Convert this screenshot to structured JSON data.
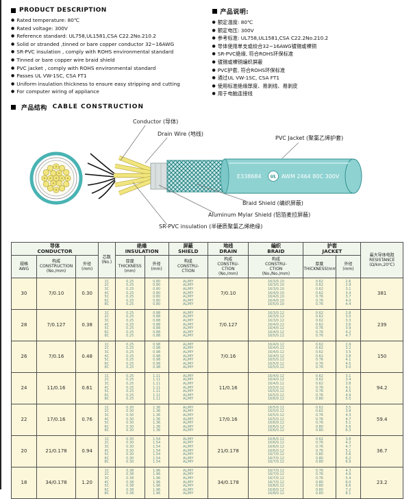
{
  "colors": {
    "accent_teal": "#8fd2d2",
    "braid_teal": "#1e7d7d",
    "core_yellow": "#f1e67e",
    "table_bg": "#fcf7da",
    "header_bg": "#f0f6ec"
  },
  "desc_en": {
    "title": "PRODUCT DESCRIPTION",
    "items": [
      "Rated temperature: 80℃",
      "Rated voltage: 300V",
      "Reference standard: UL758,UL1581,CSA C22.2No.210.2",
      "Solid or stranded ,tinned or bare copper conductor 32~16AWG",
      "SR-PVC insulation , comply with ROHS environmental standard",
      "Tinned or bare copper wire braid shield",
      "PVC jacket , comply with ROHS environmental standard",
      "Passes UL VW-1SC, CSA FT1",
      "Uniform insulation thickness to ensure easy stripping and cutting",
      "For computer wiring of appliance"
    ]
  },
  "desc_cn": {
    "title": "产品说明:",
    "items": [
      "额定温度: 80℃",
      "额定电压: 300V",
      "参考标准: UL758,UL1581,CSA C22.2No.210.2",
      "导体使用单支或绞合32~16AWG镀锡或裸铜",
      "SR-PVC绝缘, 符合ROHS环保标准",
      "镀锡或裸铜编织屏蔽",
      "PVC护套, 符合ROHS环保标准",
      "通过UL VW-1SC, CSA FT1",
      "使用标准绝缘厚度、易剥线、易剥皮",
      "用于电脑连接线"
    ]
  },
  "construction": {
    "title_cn": "产品结构",
    "title_en": "CABLE CONSTRUCTION",
    "labels": {
      "conductor": "Conductor (导体)",
      "drain": "Drain Wire (地线)",
      "jacket": "PVC Jacket (聚氯乙烯护套)",
      "braid": "Braid Shield (编织屏蔽)",
      "mylar": "Aluminum Mylar Shield (铝箔麦拉屏蔽)",
      "insulation": "SR-PVC insulation (半硬质聚氯乙烯绝缘)",
      "print1": "E338684",
      "ul_mark": "UL",
      "print2": "AWM 2464 80C 300V"
    }
  },
  "table": {
    "groups": {
      "conductor": [
        "导体",
        "CONDUCTOR"
      ],
      "insulation": [
        "绝缘",
        "INSULATION"
      ],
      "shield": [
        "屏蔽",
        "SHIELD"
      ],
      "drain": [
        "地线",
        "DRAIN"
      ],
      "braid": [
        "编织",
        "BRAID"
      ],
      "jacket": [
        "护套",
        "JACKET"
      ]
    },
    "cols": {
      "awg": [
        "规格",
        "AWG"
      ],
      "construction": [
        "构成",
        "CONSTRUCTION",
        "(No./mm)"
      ],
      "od": [
        "外径",
        "(mm)"
      ],
      "cores": [
        "芯数",
        "(No.)"
      ],
      "thickness": [
        "厚度",
        "THICKNESS",
        "(mm)"
      ],
      "ins_od": [
        "外径",
        "(mm)"
      ],
      "shield_con": [
        "构成",
        "CONSTRU-",
        "CTION"
      ],
      "drain_con": [
        "构成",
        "CONSTRU-",
        "CTION",
        "(No./mm)"
      ],
      "braid_con": [
        "构成",
        "CONSTRU-",
        "CTION",
        "(No./No./mm)"
      ],
      "jkt_thickness": [
        "厚度",
        "THICKNESS(mm)"
      ],
      "jkt_od": [
        "外径",
        "(mm)"
      ],
      "resistance": [
        "最大导体电阻",
        "RESISTANCE",
        "(Ω/km,20℃)"
      ]
    },
    "rows": [
      {
        "awg": "30",
        "construction": "7/0.10",
        "od": "0.30",
        "cores": [
          "1C",
          "2C",
          "3C",
          "4C",
          "5C",
          "6C",
          "8C"
        ],
        "ins_thickness": [
          "0.25",
          "0.25",
          "0.25",
          "0.25",
          "0.25",
          "0.25",
          "0.25"
        ],
        "ins_od": [
          "0.80",
          "0.80",
          "0.80",
          "0.80",
          "0.80",
          "0.80",
          "0.80"
        ],
        "shield": [
          "AL/MY",
          "AL/MY",
          "AL/MY",
          "AL/MY",
          "AL/MY",
          "AL/MY",
          "AL/MY"
        ],
        "drain": "7/0.10",
        "braid": [
          "16/3/0.10",
          "16/3/0.10",
          "16/3/0.10",
          "16/4/0.10",
          "16/4/0.10",
          "16/4/0.10",
          "16/5/0.10"
        ],
        "jacket_thickness": [
          "0.62",
          "0.62",
          "0.62",
          "0.62",
          "0.76",
          "0.76",
          "0.76"
        ],
        "jacket_od": [
          "2.6",
          "2.9",
          "3.1",
          "3.4",
          "3.7",
          "4.0",
          "4.4"
        ],
        "resistance": "381"
      },
      {
        "awg": "28",
        "construction": "7/0.127",
        "od": "0.38",
        "cores": [
          "1C",
          "2C",
          "3C",
          "4C",
          "5C",
          "6C",
          "8C"
        ],
        "ins_thickness": [
          "0.25",
          "0.25",
          "0.25",
          "0.25",
          "0.25",
          "0.25",
          "0.25"
        ],
        "ins_od": [
          "0.88",
          "0.88",
          "0.88",
          "0.88",
          "0.88",
          "0.88",
          "0.88"
        ],
        "shield": [
          "AL/MY",
          "AL/MY",
          "AL/MY",
          "AL/MY",
          "AL/MY",
          "AL/MY",
          "AL/MY"
        ],
        "drain": "7/0.127",
        "braid": [
          "16/3/0.12",
          "16/3/0.12",
          "16/3/0.12",
          "16/4/0.12",
          "16/4/0.12",
          "16/4/0.12",
          "16/5/0.12"
        ],
        "jacket_thickness": [
          "0.62",
          "0.62",
          "0.62",
          "0.62",
          "0.76",
          "0.76",
          "0.76"
        ],
        "jacket_od": [
          "2.8",
          "3.0",
          "3.3",
          "3.6",
          "3.9",
          "4.2",
          "4.7"
        ],
        "resistance": "239"
      },
      {
        "awg": "26",
        "construction": "7/0.16",
        "od": "0.48",
        "cores": [
          "1C",
          "2C",
          "3C",
          "4C",
          "5C",
          "6C",
          "8C"
        ],
        "ins_thickness": [
          "0.25",
          "0.25",
          "0.25",
          "0.25",
          "0.25",
          "0.25",
          "0.25"
        ],
        "ins_od": [
          "0.98",
          "0.98",
          "0.98",
          "0.98",
          "0.98",
          "0.98",
          "0.98"
        ],
        "shield": [
          "AL/MY",
          "AL/MY",
          "AL/MY",
          "AL/MY",
          "AL/MY",
          "AL/MY",
          "AL/MY"
        ],
        "drain": "7/0.16",
        "braid": [
          "16/4/0.12",
          "16/4/0.12",
          "16/4/0.12",
          "16/4/0.12",
          "16/5/0.12",
          "16/5/0.12",
          "16/5/0.12"
        ],
        "jacket_thickness": [
          "0.62",
          "0.62",
          "0.62",
          "0.62",
          "0.76",
          "0.76",
          "0.76"
        ],
        "jacket_od": [
          "2.9",
          "3.2",
          "3.5",
          "3.8",
          "4.1",
          "4.5",
          "5.0"
        ],
        "resistance": "150"
      },
      {
        "awg": "24",
        "construction": "11/0.16",
        "od": "0.61",
        "cores": [
          "1C",
          "2C",
          "3C",
          "4C",
          "5C",
          "6C",
          "8C"
        ],
        "ins_thickness": [
          "0.25",
          "0.25",
          "0.25",
          "0.25",
          "0.25",
          "0.25",
          "0.25"
        ],
        "ins_od": [
          "1.11",
          "1.11",
          "1.11",
          "1.11",
          "1.11",
          "1.11",
          "1.11"
        ],
        "shield": [
          "AL/MY",
          "AL/MY",
          "AL/MY",
          "AL/MY",
          "AL/MY",
          "AL/MY",
          "AL/MY"
        ],
        "drain": "11/0.16",
        "braid": [
          "16/4/0.12",
          "16/4/0.12",
          "16/4/0.12",
          "16/5/0.12",
          "16/5/0.12",
          "16/5/0.12",
          "16/6/0.12"
        ],
        "jacket_thickness": [
          "0.62",
          "0.62",
          "0.62",
          "0.76",
          "0.76",
          "0.76",
          "0.80"
        ],
        "jacket_od": [
          "3.1",
          "3.4",
          "3.8",
          "4.1",
          "4.5",
          "4.9",
          "5.5"
        ],
        "resistance": "94.2"
      },
      {
        "awg": "22",
        "construction": "17/0.16",
        "od": "0.76",
        "cores": [
          "1C",
          "2C",
          "3C",
          "4C",
          "5C",
          "6C",
          "8C"
        ],
        "ins_thickness": [
          "0.30",
          "0.30",
          "0.30",
          "0.30",
          "0.30",
          "0.30",
          "0.30"
        ],
        "ins_od": [
          "1.36",
          "1.36",
          "1.36",
          "1.36",
          "1.36",
          "1.36",
          "1.36"
        ],
        "shield": [
          "AL/MY",
          "AL/MY",
          "AL/MY",
          "AL/MY",
          "AL/MY",
          "AL/MY",
          "AL/MY"
        ],
        "drain": "17/0.16",
        "braid": [
          "16/5/0.12",
          "16/5/0.12",
          "16/5/0.12",
          "16/5/0.12",
          "16/6/0.12",
          "16/6/0.12",
          "16/6/0.12"
        ],
        "jacket_thickness": [
          "0.62",
          "0.62",
          "0.76",
          "0.76",
          "0.76",
          "0.80",
          "0.80"
        ],
        "jacket_od": [
          "3.5",
          "3.9",
          "4.3",
          "4.7",
          "5.1",
          "5.6",
          "6.3"
        ],
        "resistance": "59.4"
      },
      {
        "awg": "20",
        "construction": "21/0.178",
        "od": "0.94",
        "cores": [
          "1C",
          "2C",
          "3C",
          "4C",
          "5C",
          "6C",
          "8C"
        ],
        "ins_thickness": [
          "0.30",
          "0.30",
          "0.30",
          "0.30",
          "0.30",
          "0.30",
          "0.30"
        ],
        "ins_od": [
          "1.54",
          "1.54",
          "1.54",
          "1.54",
          "1.54",
          "1.54",
          "1.54"
        ],
        "shield": [
          "AL/MY",
          "AL/MY",
          "AL/MY",
          "AL/MY",
          "AL/MY",
          "AL/MY",
          "AL/MY"
        ],
        "drain": "21/0.178",
        "braid": [
          "16/6/0.12",
          "16/6/0.12",
          "16/6/0.12",
          "16/6/0.12",
          "16/7/0.12",
          "16/7/0.12",
          "16/7/0.12"
        ],
        "jacket_thickness": [
          "0.62",
          "0.76",
          "0.76",
          "0.76",
          "0.80",
          "0.80",
          "0.80"
        ],
        "jacket_od": [
          "3.8",
          "4.2",
          "4.7",
          "5.1",
          "5.6",
          "6.2",
          "6.9"
        ],
        "resistance": "36.7"
      },
      {
        "awg": "18",
        "construction": "34/0.178",
        "od": "1.20",
        "cores": [
          "1C",
          "2C",
          "3C",
          "4C",
          "5C",
          "6C",
          "8C"
        ],
        "ins_thickness": [
          "0.38",
          "0.38",
          "0.38",
          "0.38",
          "0.38",
          "0.38",
          "0.38"
        ],
        "ins_od": [
          "1.96",
          "1.96",
          "1.96",
          "1.96",
          "1.96",
          "1.96",
          "1.96"
        ],
        "shield": [
          "AL/MY",
          "AL/MY",
          "AL/MY",
          "AL/MY",
          "AL/MY",
          "AL/MY",
          "AL/MY"
        ],
        "drain": "34/0.178",
        "braid": [
          "16/7/0.12",
          "16/7/0.12",
          "16/7/0.12",
          "16/7/0.12",
          "16/8/0.12",
          "16/8/0.12",
          "16/8/0.12"
        ],
        "jacket_thickness": [
          "0.76",
          "0.76",
          "0.76",
          "0.80",
          "0.80",
          "0.80",
          "0.80"
        ],
        "jacket_od": [
          "4.3",
          "4.9",
          "5.4",
          "6.0",
          "6.6",
          "7.2",
          "8.1"
        ],
        "resistance": "23.2"
      }
    ]
  }
}
